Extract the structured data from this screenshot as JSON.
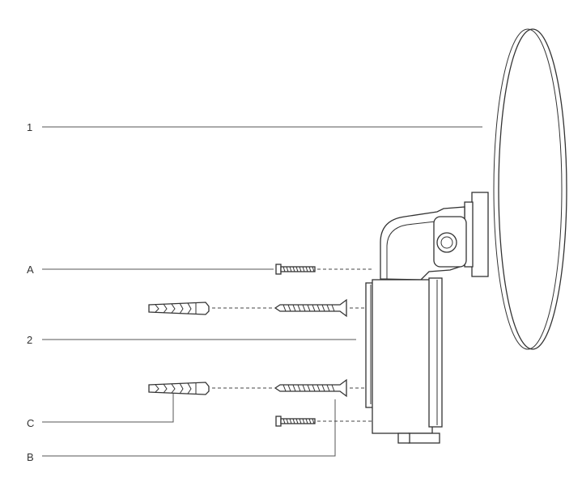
{
  "callouts": {
    "mirror": "1",
    "base": "2",
    "screw_short": "A",
    "screw_long": "B",
    "dowel": "C"
  },
  "colors": {
    "line": "#333333",
    "background": "#ffffff"
  }
}
